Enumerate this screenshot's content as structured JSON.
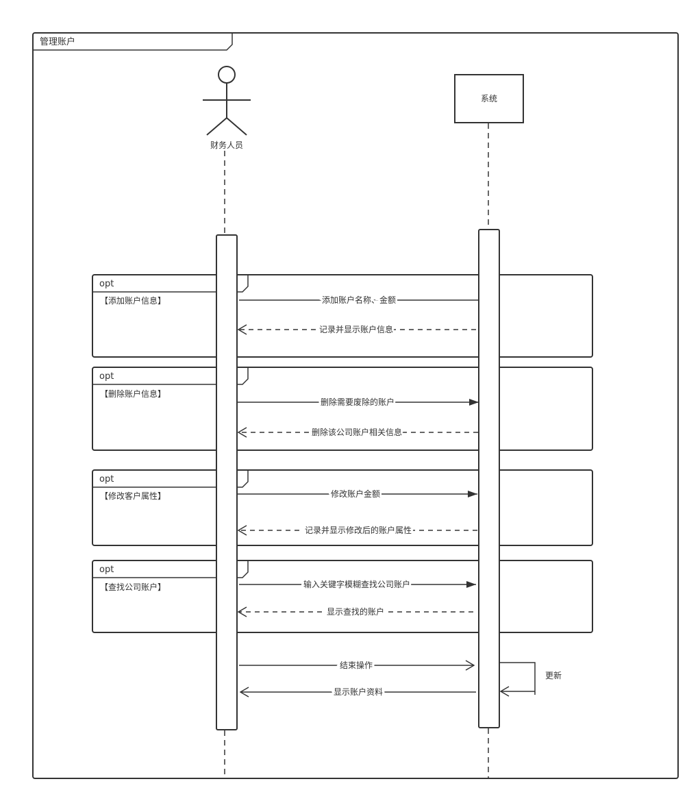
{
  "frame": {
    "title": "管理账户"
  },
  "participants": {
    "actor": {
      "name": "财务人员"
    },
    "system": {
      "name": "系统"
    }
  },
  "fragments": [
    {
      "keyword": "opt",
      "guard": "【添加账户信息】"
    },
    {
      "keyword": "opt",
      "guard": "【删除账户信息】"
    },
    {
      "keyword": "opt",
      "guard": "【修改客户属性】"
    },
    {
      "keyword": "opt",
      "guard": "【查找公司账户】"
    }
  ],
  "messages": [
    {
      "text": "添加账户名称、金额"
    },
    {
      "text": "记录并显示账户信息"
    },
    {
      "text": "删除需要废除的账户"
    },
    {
      "text": "删除该公司账户相关信息"
    },
    {
      "text": "修改账户金额"
    },
    {
      "text": "记录并显示修改后的账户属性"
    },
    {
      "text": "输入关键字模糊查找公司账户"
    },
    {
      "text": "显示查找的账户"
    },
    {
      "text": "结束操作"
    },
    {
      "text": "显示账户资料"
    },
    {
      "text": "更新"
    }
  ],
  "colors": {
    "line": "#333333",
    "background": "#ffffff"
  }
}
